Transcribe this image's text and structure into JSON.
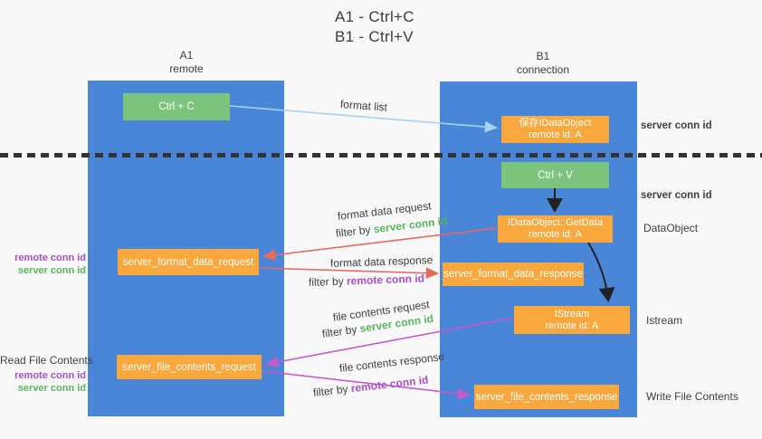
{
  "title": {
    "line1": "A1 - Ctrl+C",
    "line2": "B1 - Ctrl+V"
  },
  "columns": {
    "left": {
      "title": "A1",
      "subtitle": "remote"
    },
    "right": {
      "title": "B1",
      "subtitle": "connection"
    }
  },
  "boxes": {
    "ctrl_c": "Ctrl + C",
    "ctrl_v": "Ctrl + V",
    "save_dataobject": {
      "line1": "保存IDataObject",
      "line2": "remote id: A"
    },
    "getdata": {
      "line1": "IDataObject::GetData",
      "line2": "remote id: A"
    },
    "istream": {
      "line1": "IStream",
      "line2": "remote id: A"
    },
    "format_request": "server_format_data_request",
    "format_response": "server_format_data_response",
    "file_request": "server_file_contents_request",
    "file_response": "server_file_contents_response"
  },
  "arrow_labels": {
    "format_list": "format list",
    "format_data_request": "format data request",
    "format_data_response": "format data response",
    "file_contents_request": "file contents request",
    "file_contents_response": "file contents response",
    "filter_by": "filter by",
    "server_conn_id": "server conn id",
    "remote_conn_id": "remote conn id"
  },
  "side_labels": {
    "left": {
      "remote_conn_id": "remote conn id",
      "server_conn_id": "server conn id",
      "read_file_contents": "Read File Contents"
    },
    "right": {
      "server_conn_id_top": "server conn id",
      "server_conn_id_mid": "server conn id",
      "dataobject": "DataObject",
      "istream": "Istream",
      "write_file_contents": "Write File Contents"
    }
  },
  "colors": {
    "column_blue": "#4a86d8",
    "box_orange": "#f9a83e",
    "box_green": "#7cc47e",
    "accent_green": "#5bb55e",
    "accent_purple": "#a94fc5",
    "arrow_red": "#e9695f",
    "arrow_magenta": "#c45bc8",
    "arrow_lightblue": "#a6d2f2",
    "arrow_black": "#212121",
    "background": "#f8f8f8"
  }
}
